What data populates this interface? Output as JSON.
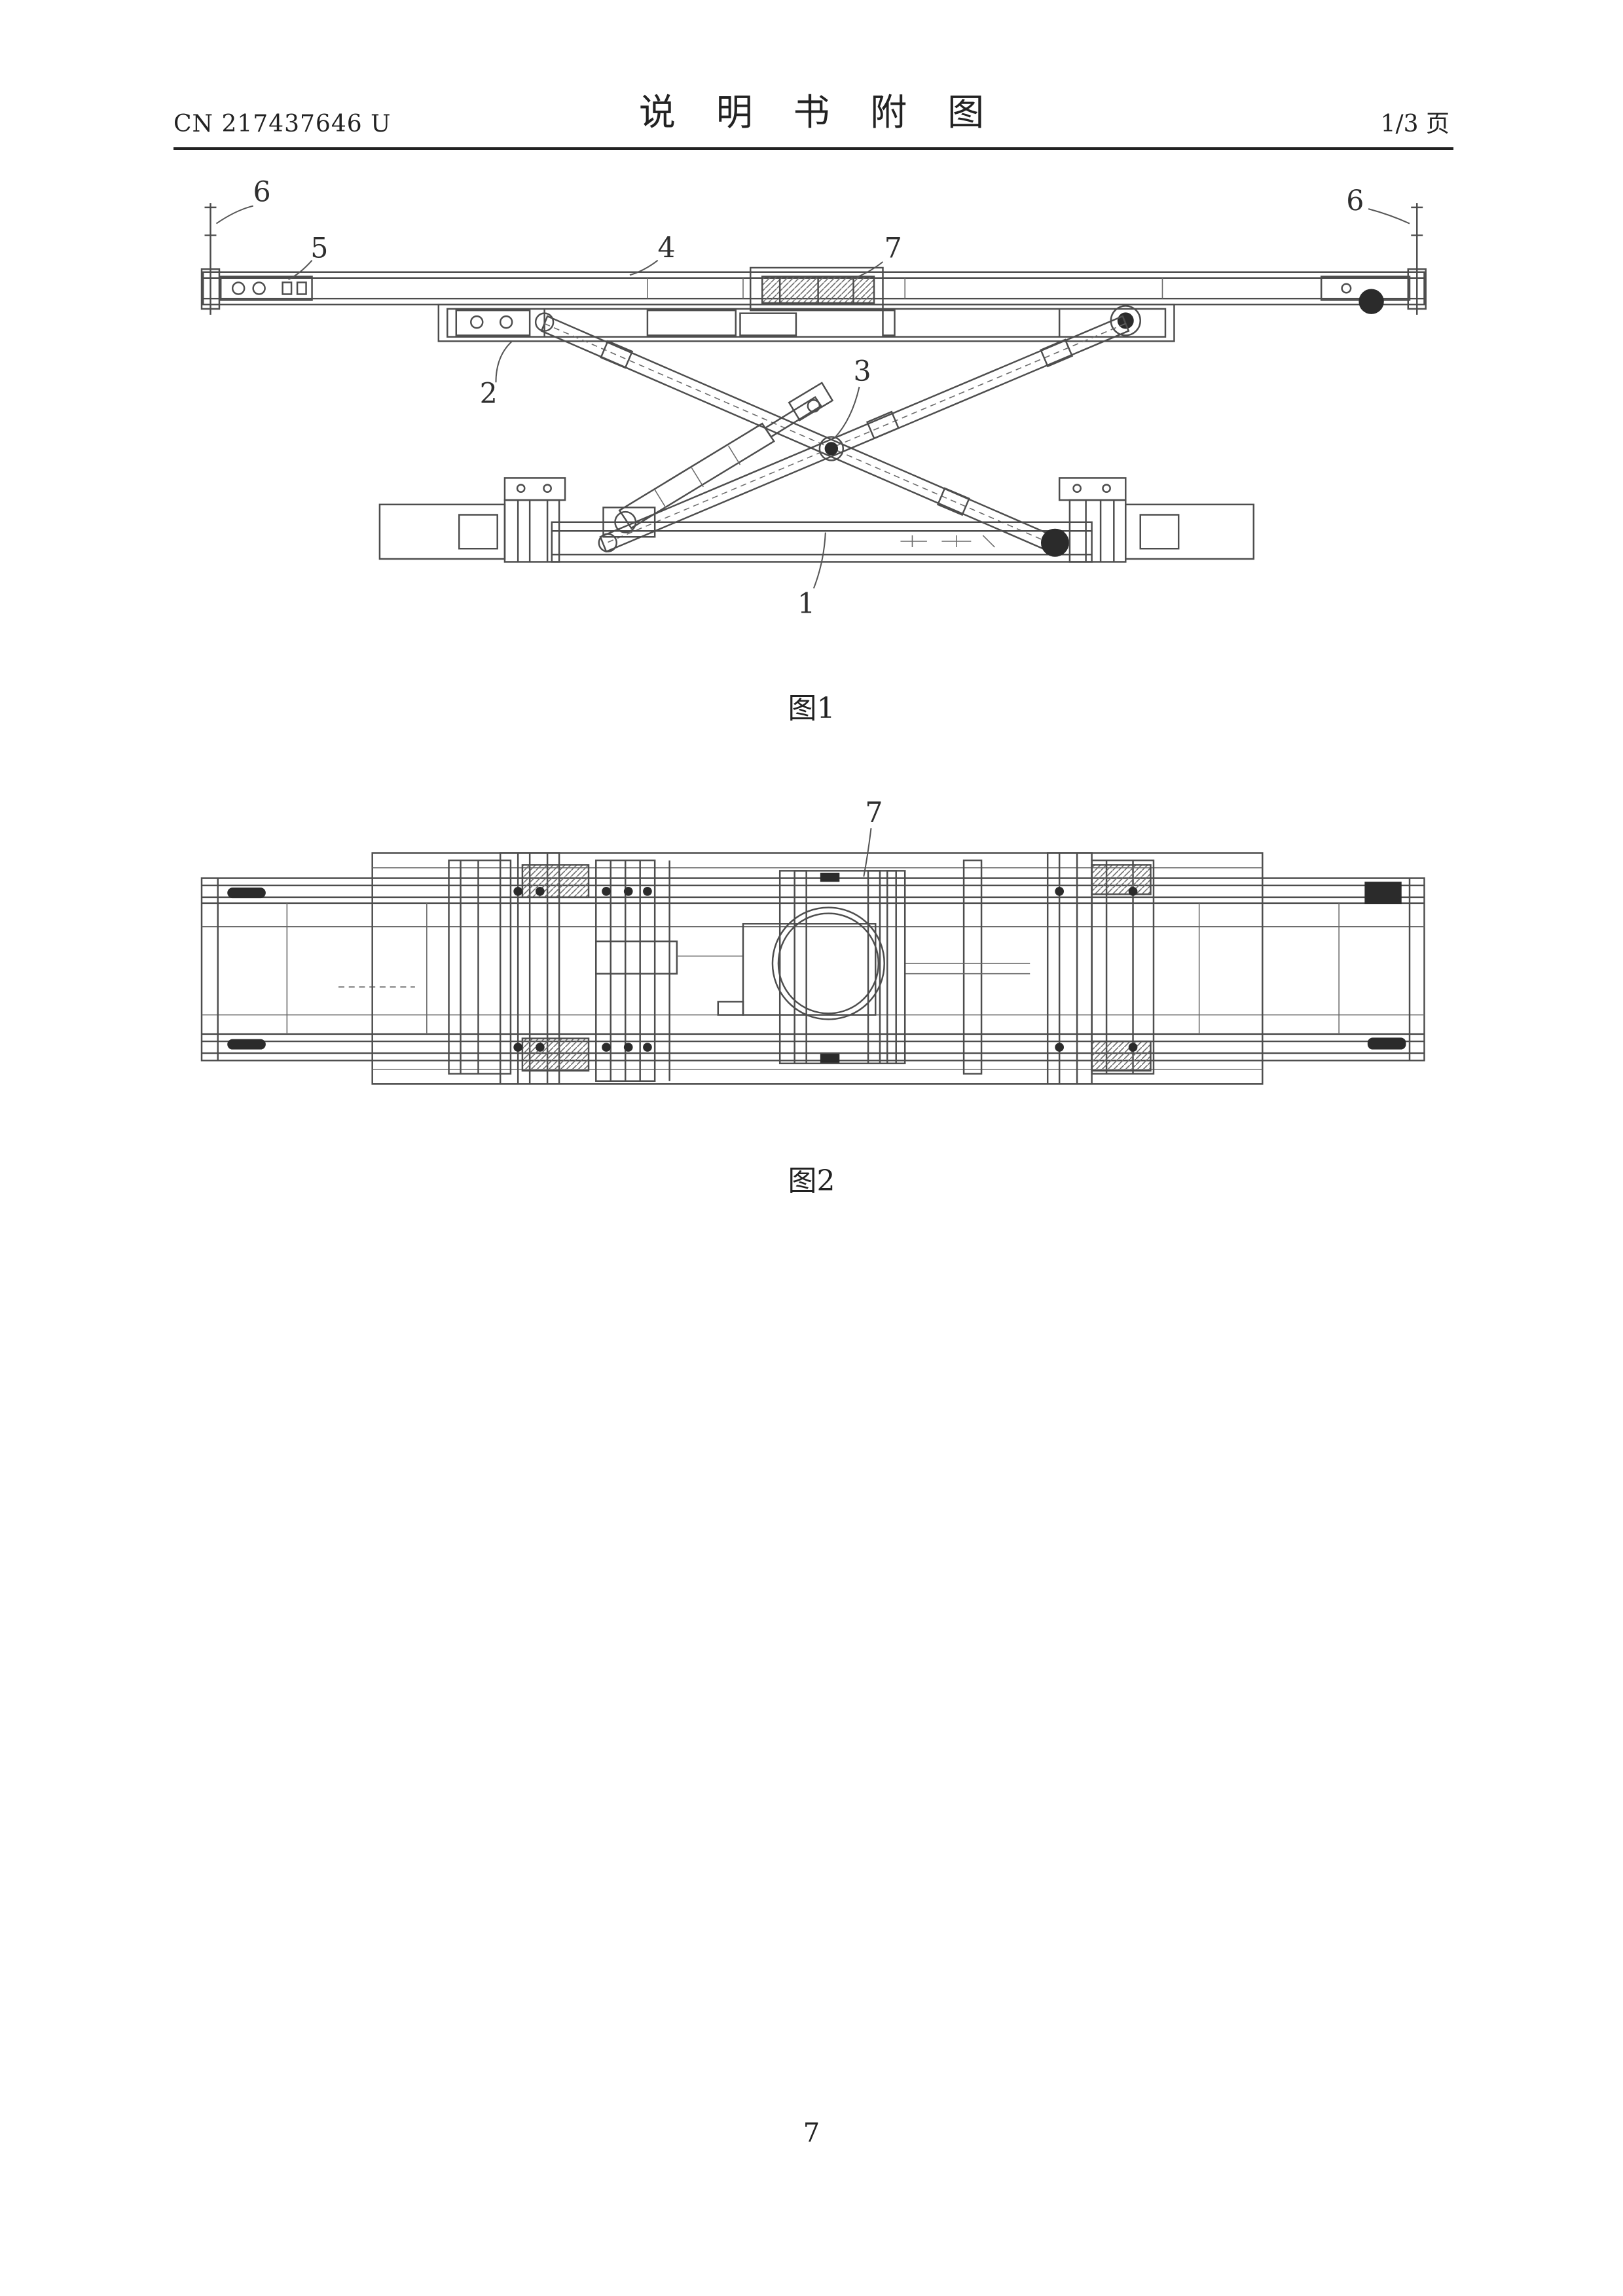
{
  "header": {
    "doc_number": "CN 217437646 U",
    "title": "说 明 书 附 图",
    "page_indicator": "1/3 页"
  },
  "figure_1": {
    "caption": "图1",
    "reference_numerals": [
      "6",
      "5",
      "4",
      "7",
      "6",
      "2",
      "3",
      "1"
    ]
  },
  "figure_2": {
    "caption": "图2",
    "reference_numerals": [
      "7"
    ]
  },
  "footer": {
    "page_number": "7"
  }
}
